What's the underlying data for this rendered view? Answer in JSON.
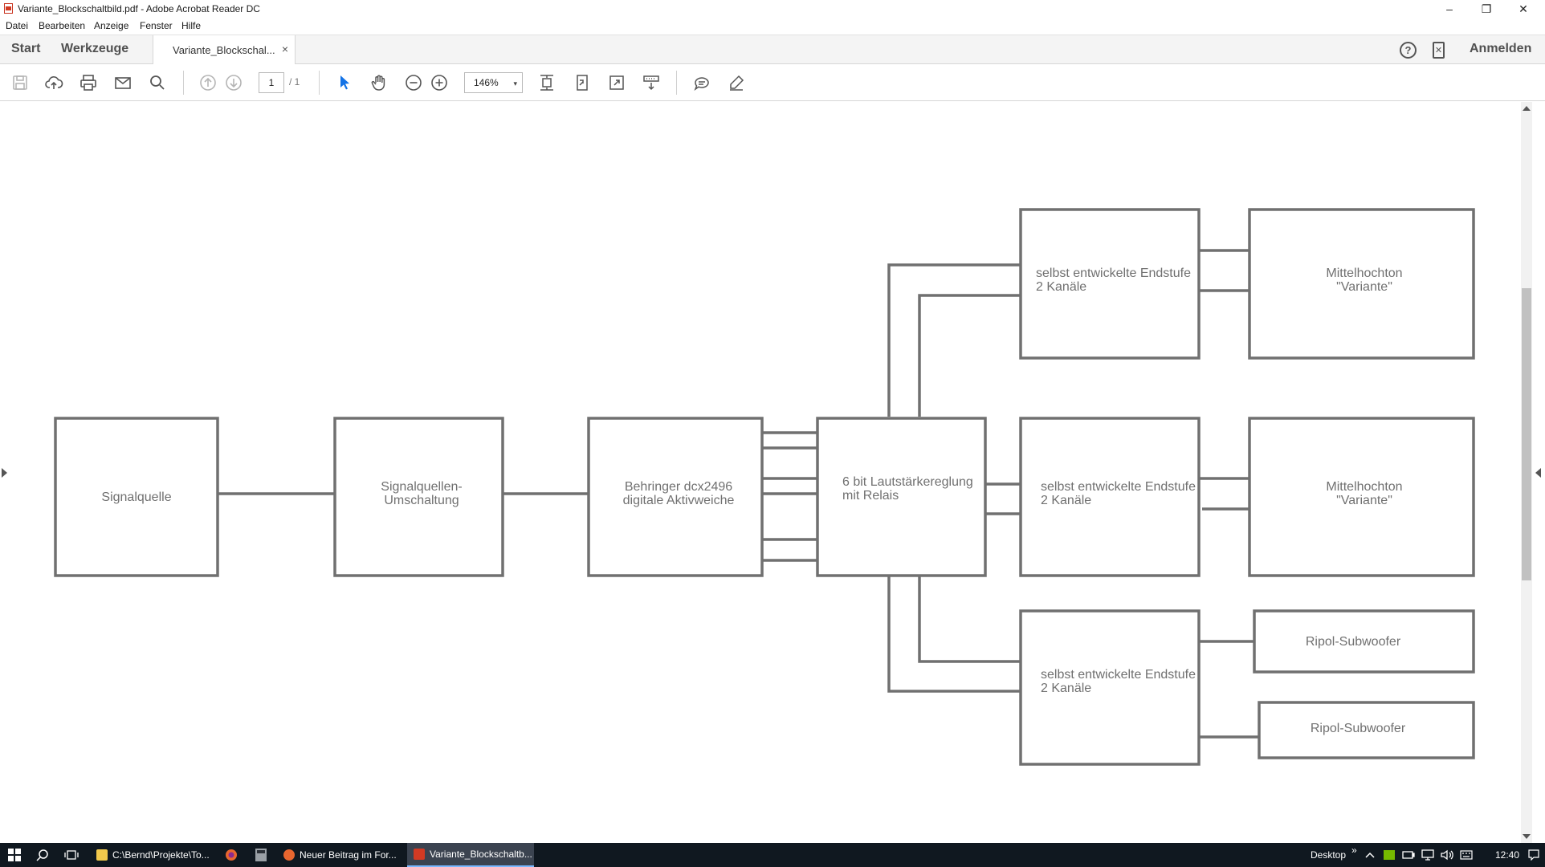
{
  "window": {
    "title": "Variante_Blockschaltbild.pdf - Adobe Acrobat Reader DC",
    "minimize": "–",
    "restore": "❐",
    "close": "✕"
  },
  "menu": {
    "items": [
      "Datei",
      "Bearbeiten",
      "Anzeige",
      "Fenster",
      "Hilfe"
    ]
  },
  "tabs": {
    "start": "Start",
    "tools": "Werkzeuge",
    "document": "Variante_Blockschal...",
    "close": "×",
    "sign_in": "Anmelden",
    "help": "?"
  },
  "toolbar": {
    "page_current": "1",
    "page_total": "/ 1",
    "zoom": "146%",
    "zoom_caret": "▾"
  },
  "diagram": {
    "blocks": [
      {
        "id": "signalquelle",
        "lines": [
          "Signalquelle"
        ]
      },
      {
        "id": "umschaltung",
        "lines": [
          "Signalquellen-",
          "Umschaltung"
        ]
      },
      {
        "id": "behringer",
        "lines": [
          "Behringer dcx2496",
          "digitale Aktivweiche"
        ]
      },
      {
        "id": "lautstaerke",
        "lines": [
          "6 bit Lautstärkereglung",
          "mit Relais"
        ]
      },
      {
        "id": "endstufe-1",
        "lines": [
          "selbst entwickelte Endstufe",
          "2 Kanäle"
        ]
      },
      {
        "id": "endstufe-2",
        "lines": [
          "selbst entwickelte Endstufe",
          "2 Kanäle"
        ]
      },
      {
        "id": "endstufe-3",
        "lines": [
          "selbst entwickelte Endstufe",
          "2 Kanäle"
        ]
      },
      {
        "id": "mittelhochton-1",
        "lines": [
          "Mittelhochton",
          "\"Variante\""
        ]
      },
      {
        "id": "mittelhochton-2",
        "lines": [
          "Mittelhochton",
          "\"Variante\""
        ]
      },
      {
        "id": "subwoofer-1",
        "lines": [
          "Ripol-Subwoofer"
        ]
      },
      {
        "id": "subwoofer-2",
        "lines": [
          "Ripol-Subwoofer"
        ]
      }
    ]
  },
  "taskbar": {
    "tasks": [
      {
        "label": "C:\\Bernd\\Projekte\\To...",
        "icon_color": "#f2c94c"
      },
      {
        "label": "Neuer Beitrag im For...",
        "icon_color": "#e8662f"
      },
      {
        "label": "Variante_Blockschaltb...",
        "icon_color": "#d23a23"
      }
    ],
    "desktop": "Desktop",
    "chevron": "»",
    "clock": "12:40"
  }
}
